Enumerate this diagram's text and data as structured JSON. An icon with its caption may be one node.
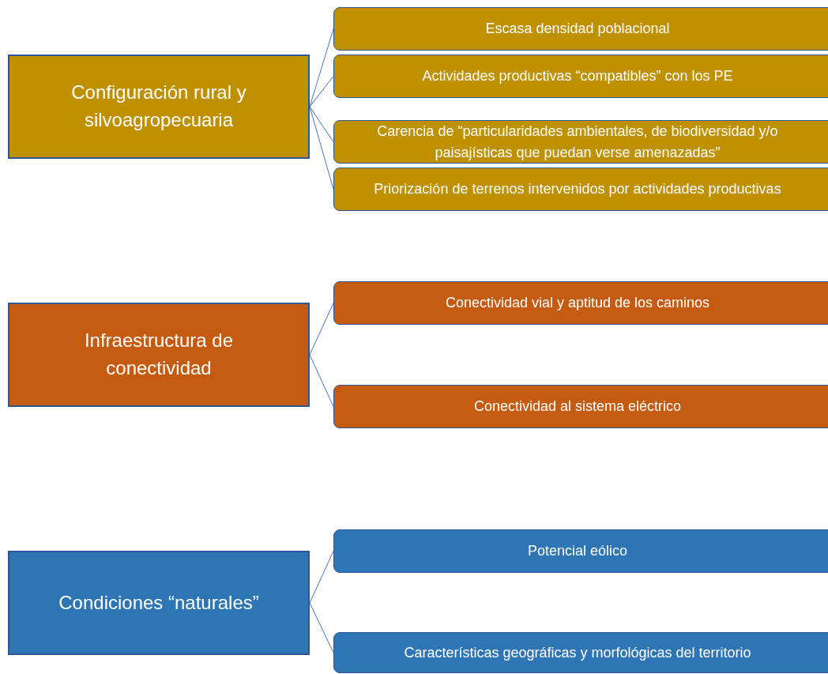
{
  "diagram": {
    "nodes": [
      {
        "text": [
          "Configuración rural y silvoagropecuaria"
        ]
      },
      {
        "text": [
          "Escasa densidad poblacional"
        ]
      },
      {
        "text": [
          "Actividades productivas “compatibles” con los PE"
        ]
      },
      {
        "text": [
          "Carencia de “particularidades ambientales, de biodiversidad y/o paisajísticas que puedan verse amenazadas”"
        ]
      },
      {
        "text": [
          "Priorización de terrenos intervenidos por actividades productivas"
        ]
      },
      {
        "text": [
          "Infraestructura de conectividad"
        ]
      },
      {
        "text": [
          "Conectividad vial y aptitud de los caminos"
        ]
      },
      {
        "text": [
          "Conectividad al sistema eléctrico"
        ]
      },
      {
        "text": [
          "Condiciones “naturales”"
        ]
      },
      {
        "text": [
          "Potencial eólico"
        ]
      },
      {
        "text": [
          "Características geográficas y morfológicas del territorio"
        ]
      }
    ],
    "edges": [
      {
        "from": 0,
        "to": 1,
        "arrow": "none"
      },
      {
        "from": 0,
        "to": 2,
        "arrow": "none"
      },
      {
        "from": 0,
        "to": 3,
        "arrow": "none"
      },
      {
        "from": 0,
        "to": 4,
        "arrow": "none"
      },
      {
        "from": 5,
        "to": 6,
        "arrow": "none"
      },
      {
        "from": 5,
        "to": 7,
        "arrow": "none"
      },
      {
        "from": 8,
        "to": 9,
        "arrow": "none"
      },
      {
        "from": 8,
        "to": 10,
        "arrow": "none"
      }
    ]
  }
}
